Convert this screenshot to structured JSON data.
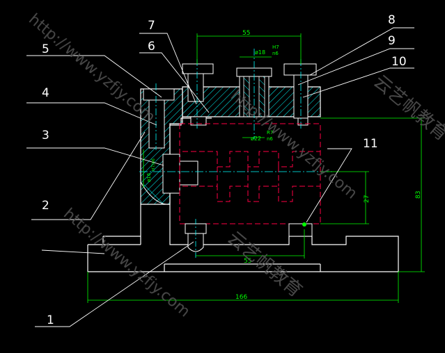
{
  "colors": {
    "background": "#000000",
    "outline": "#ffffff",
    "dimension": "#00ff00",
    "centerline": "#00ffff",
    "hatch": "#00ffff",
    "hidden_part": "#ff0044",
    "watermark": "#555555"
  },
  "part_numbers": [
    "1",
    "2",
    "3",
    "4",
    "5",
    "6",
    "7",
    "8",
    "9",
    "10",
    "11"
  ],
  "dimensions": {
    "top_width": "55",
    "bushing_top_bore": "ø18",
    "bushing_top_fit_upper": "H7",
    "bushing_top_fit_lower": "n6",
    "bushing_bottom_bore": "ø22",
    "bushing_bottom_fit_upper": "R7",
    "bushing_bottom_fit_lower": "n6",
    "pin_fit": "ø16",
    "pin_fit_tol": "H7/n6",
    "bottom_width": "55",
    "height_inner": "27",
    "height_total": "83",
    "overall_length": "166"
  },
  "watermark": {
    "url_text": "http://www.yzfjy.com",
    "brand_text": "云艺帆教育"
  }
}
